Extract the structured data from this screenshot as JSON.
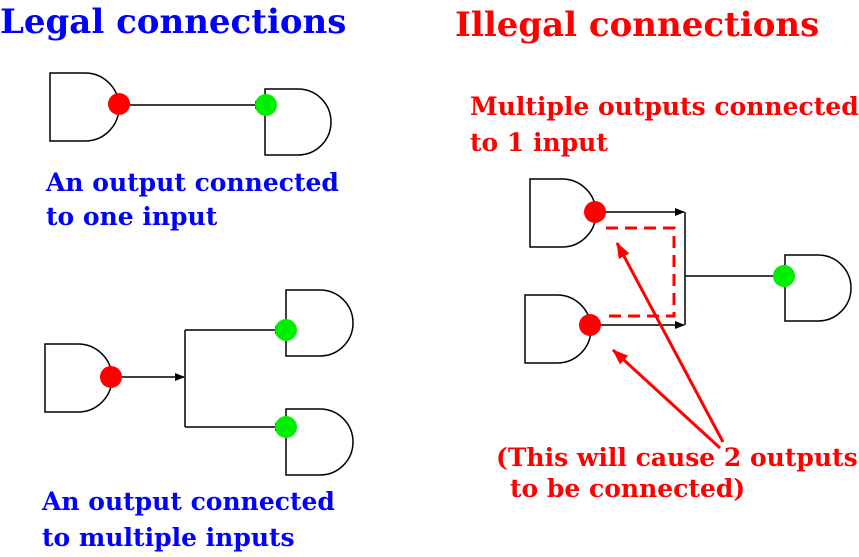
{
  "colors": {
    "legal": "#0000ff",
    "illegal": "#ff0000",
    "output_dot": "#ff0000",
    "input_dot": "#00ee00",
    "line": "#000000",
    "highlight": "#ff0000"
  },
  "legal": {
    "heading": "Legal connections",
    "caption_single": [
      "An output connected",
      "to one input"
    ],
    "caption_multi": [
      "An output connected",
      "to multiple inputs"
    ]
  },
  "illegal": {
    "heading": "Illegal connections",
    "caption": [
      "Multiple outputs connected",
      "to 1 input"
    ],
    "warning": [
      "(This will cause 2 outputs",
      "to be connected)"
    ]
  },
  "icons": {
    "gate": "and-gate-icon",
    "output": "output-dot-icon",
    "input": "input-dot-icon"
  }
}
